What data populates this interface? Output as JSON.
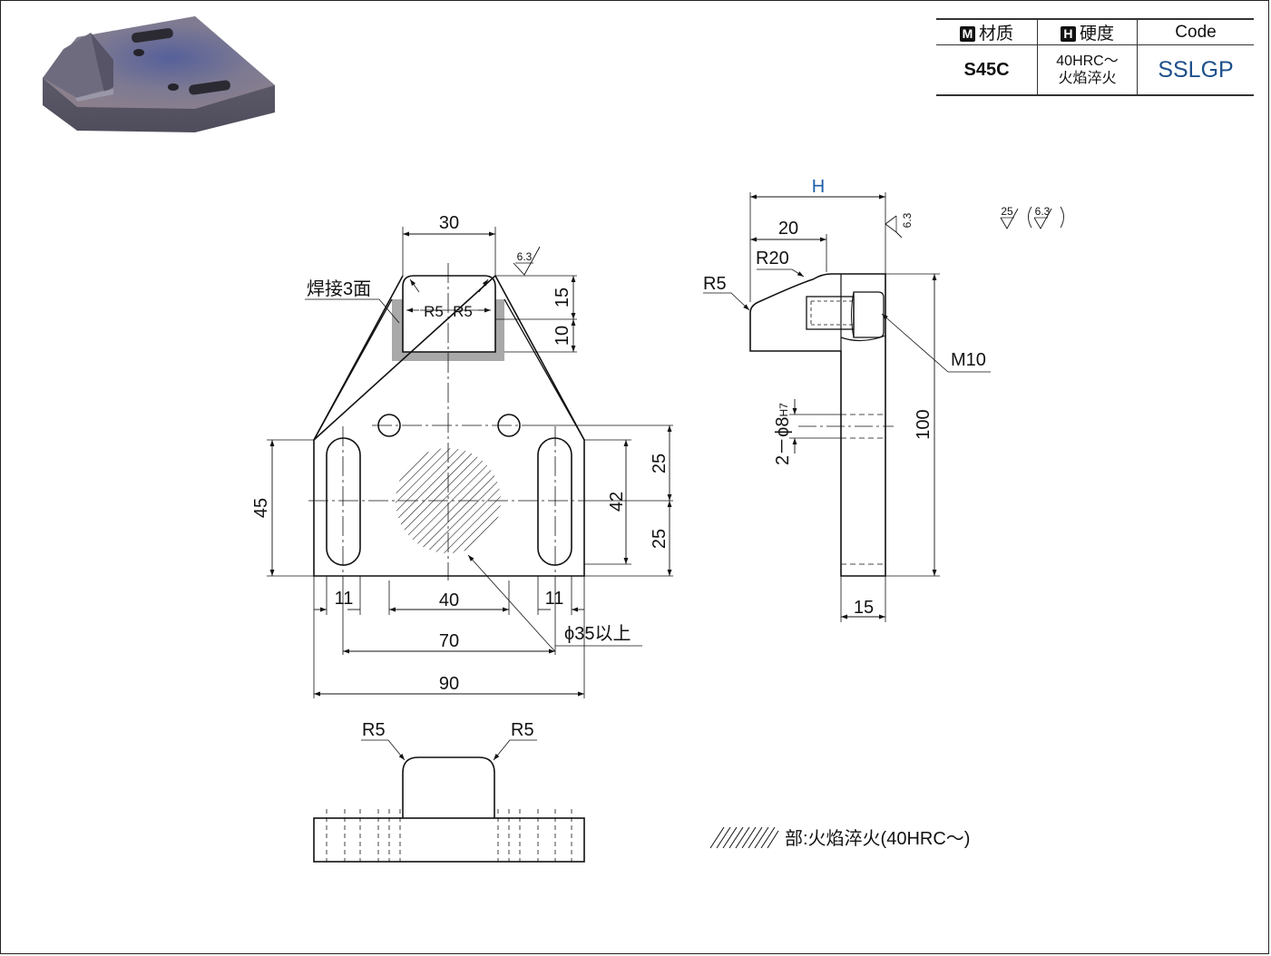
{
  "spec_table": {
    "material_header": "材质",
    "material_badge": "M",
    "hardness_header": "硬度",
    "hardness_badge": "H",
    "code_header": "Code",
    "material_value": "S45C",
    "hardness_value_line1": "40HRC～",
    "hardness_value_line2": "火焰淬火",
    "code_value": "SSLGP",
    "code_color": "#1d4f8c"
  },
  "front_view": {
    "dim_top_width": "30",
    "weld_note": "焊接3面",
    "radius_left": "R5",
    "radius_right": "R5",
    "roughness_63": "6.3",
    "dim_15": "15",
    "dim_10": "10",
    "dim_45": "45",
    "dim_42": "42",
    "dim_25_upper": "25",
    "dim_25_lower": "25",
    "dim_11_left": "11",
    "dim_40": "40",
    "dim_11_right": "11",
    "dim_70": "70",
    "dim_90": "90",
    "hardened_dia": "ϕ35以上"
  },
  "side_view": {
    "dim_H": "H",
    "dim_H_color": "#1d5fa8",
    "dim_20": "20",
    "radius_R20": "R20",
    "radius_R5": "R5",
    "thread_M10": "M10",
    "hole_note_prefix": "2－ϕ8",
    "hole_note_tol": "H7",
    "dim_100": "100",
    "dim_15": "15",
    "roughness_63": "6.3"
  },
  "roughness_legend": {
    "main": "25",
    "paren": "6.3"
  },
  "bottom_view": {
    "radius_left": "R5",
    "radius_right": "R5"
  },
  "legend": {
    "hatch_note": "部:火焰淬火(40HRC～)"
  }
}
